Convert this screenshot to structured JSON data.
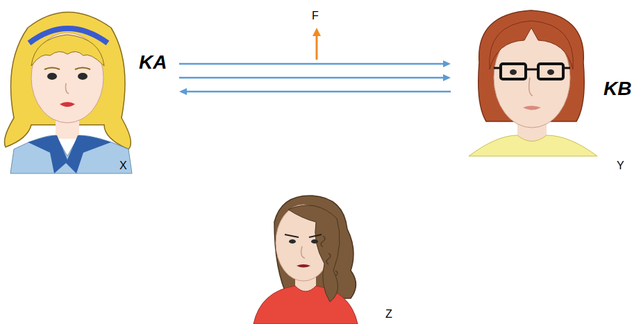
{
  "diagram": {
    "nodes": [
      {
        "text": [
          "KA",
          "X"
        ]
      },
      {
        "text": [
          "KB",
          "Y"
        ]
      },
      {
        "text": [
          "Z"
        ]
      }
    ],
    "edges": [
      {
        "from": 0,
        "to": 1,
        "arrow": "to"
      },
      {
        "from": 0,
        "to": 1,
        "arrow": "to"
      },
      {
        "from": 1,
        "to": 0,
        "arrow": "to"
      }
    ],
    "labels": [
      "F"
    ]
  }
}
